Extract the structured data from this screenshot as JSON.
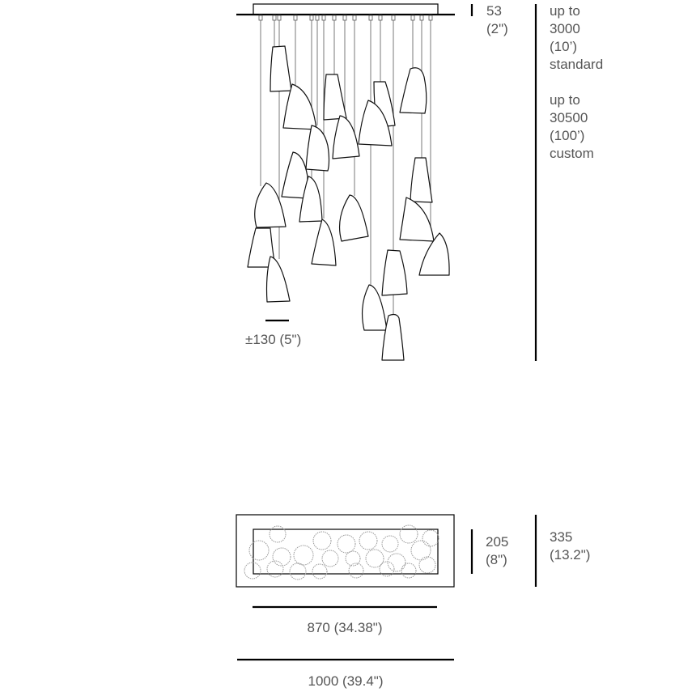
{
  "diagram": {
    "title": "Pendant chandelier dimension drawing",
    "colors": {
      "line": "#000000",
      "cable": "#6a6a6a",
      "text": "#555555",
      "plan_pendant": "#9a9a9a"
    },
    "elevation": {
      "canopy_height_label": "53",
      "canopy_height_imperial": "(2\")",
      "drop_standard": [
        "up to",
        "3000",
        "(10’)",
        "standard"
      ],
      "drop_custom": [
        "up to",
        "30500",
        "(100’)",
        "custom"
      ],
      "pendant_width_label": "±130 (5\")"
    },
    "plan": {
      "canopy_depth_label": "205",
      "canopy_depth_imperial": "(8\")",
      "overall_depth_label": "335",
      "overall_depth_imperial": "(13.2\")",
      "canopy_width_label": "870 (34.38\")",
      "overall_width_label": "1000 (39.4\")"
    }
  }
}
